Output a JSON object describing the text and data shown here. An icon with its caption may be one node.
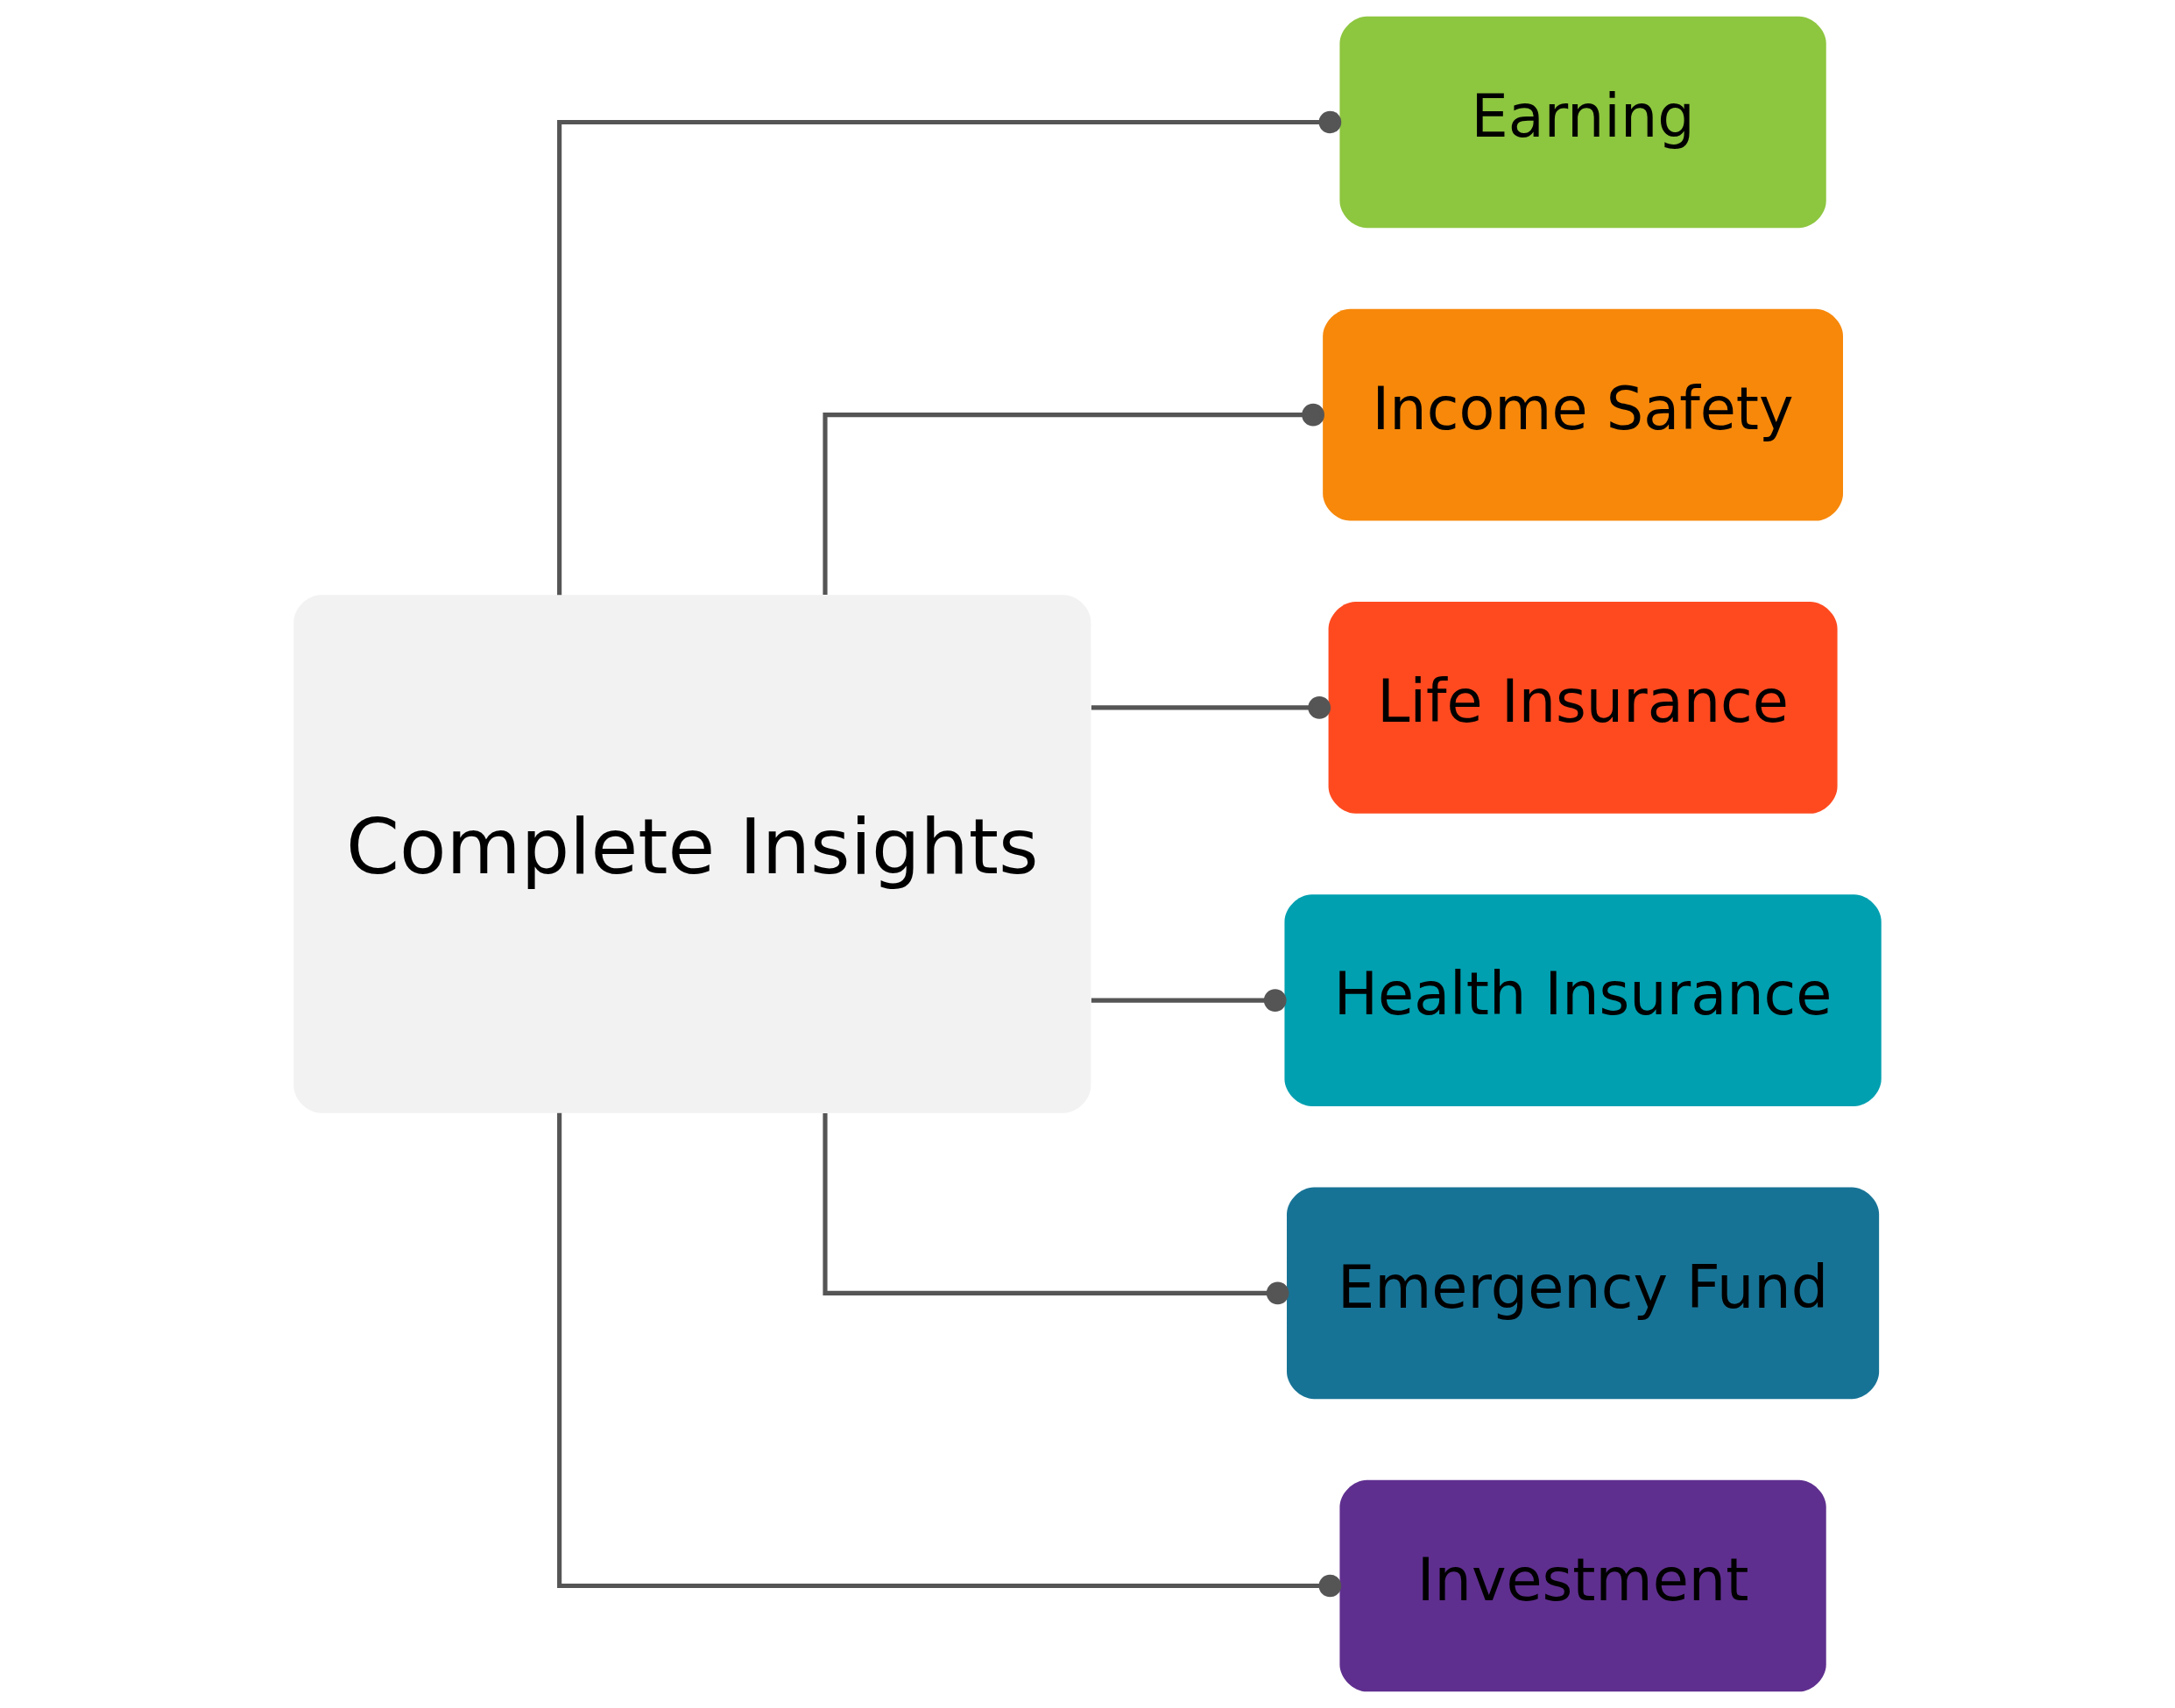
{
  "diagram": {
    "nodes": [
      {
        "text": [
          "Earning"
        ]
      },
      {
        "text": [
          "Income Safety"
        ]
      },
      {
        "text": [
          "Life Insurance"
        ]
      },
      {
        "text": [
          "Complete Insights"
        ]
      },
      {
        "text": [
          "Health Insurance"
        ]
      },
      {
        "text": [
          "Emergency Fund"
        ]
      },
      {
        "text": [
          "Investment"
        ]
      }
    ],
    "edges": [
      {
        "from": 3,
        "to": 0,
        "arrow": "other"
      },
      {
        "from": 3,
        "to": 1,
        "arrow": "other"
      },
      {
        "from": 3,
        "to": 2,
        "arrow": "other"
      },
      {
        "from": 3,
        "to": 4,
        "arrow": "other"
      },
      {
        "from": 3,
        "to": 5,
        "arrow": "other"
      },
      {
        "from": 3,
        "to": 6,
        "arrow": "other"
      }
    ]
  }
}
